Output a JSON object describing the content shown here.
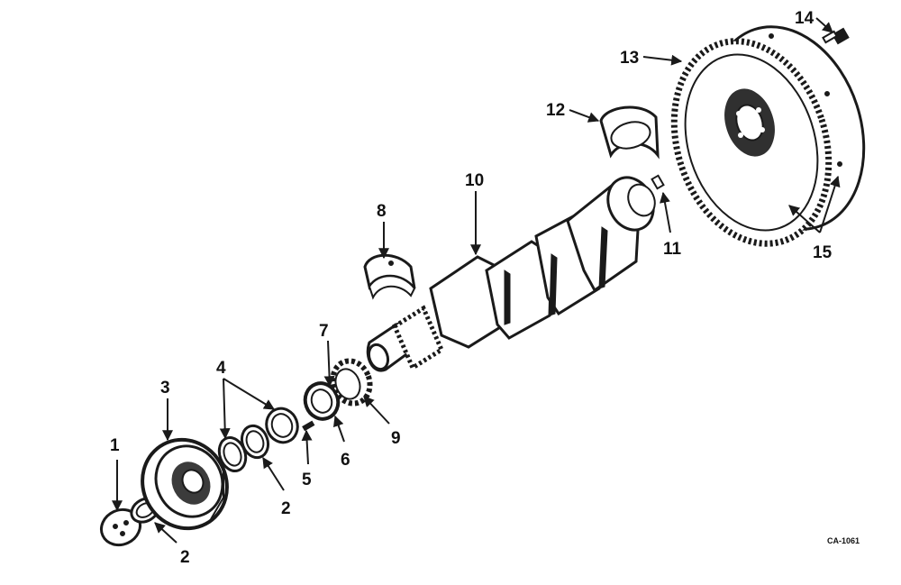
{
  "diagram": {
    "drawing_code": "CA-1061",
    "callouts": [
      {
        "id": "c1",
        "label": "1"
      },
      {
        "id": "c2a",
        "label": "2"
      },
      {
        "id": "c2b",
        "label": "2"
      },
      {
        "id": "c3",
        "label": "3"
      },
      {
        "id": "c4",
        "label": "4"
      },
      {
        "id": "c5",
        "label": "5"
      },
      {
        "id": "c6",
        "label": "6"
      },
      {
        "id": "c7",
        "label": "7"
      },
      {
        "id": "c8",
        "label": "8"
      },
      {
        "id": "c9",
        "label": "9"
      },
      {
        "id": "c10",
        "label": "10"
      },
      {
        "id": "c11",
        "label": "11"
      },
      {
        "id": "c12",
        "label": "12"
      },
      {
        "id": "c13",
        "label": "13"
      },
      {
        "id": "c14",
        "label": "14"
      },
      {
        "id": "c15",
        "label": "15"
      }
    ]
  }
}
